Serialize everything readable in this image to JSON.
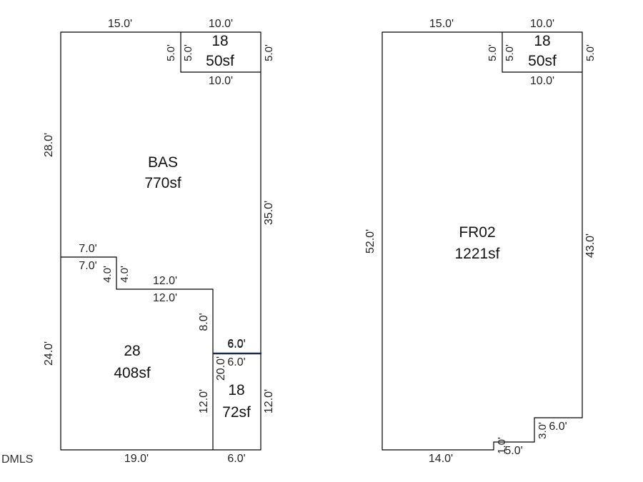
{
  "watermark": "DMLS",
  "left_sketch": {
    "bas": {
      "code": "BAS",
      "area": "770sf"
    },
    "area28": {
      "code": "28",
      "area": "408sf"
    },
    "area18_top": {
      "code": "18",
      "area": "50sf"
    },
    "area18_low": {
      "code": "18",
      "area": "72sf"
    },
    "dims": {
      "top_left": "15.0'",
      "top_right": "10.0'",
      "box_left_outer": "5.0'",
      "box_left_inner": "5.0'",
      "box_right": "5.0'",
      "box_bottom": "10.0'",
      "left_upper": "28.0'",
      "right_mid": "35.0'",
      "step_top": "7.0'",
      "step_bottom": "7.0'",
      "step_v_left": "4.0'",
      "step_v_right": "4.0'",
      "shelf_top": "12.0'",
      "shelf_bottom": "12.0'",
      "inner_v_upper": "8.0'",
      "small_top_a": "6.0'",
      "small_top_b": "6.0'",
      "small_below": "6.0'",
      "inner_v_mid": "20.0'",
      "left_lower": "24.0'",
      "inner_v_lower": "12.0'",
      "right_lower": "12.0'",
      "bottom_left": "19.0'",
      "bottom_right": "6.0'"
    }
  },
  "right_sketch": {
    "fr02": {
      "code": "FR02",
      "area": "1221sf"
    },
    "area18": {
      "code": "18",
      "area": "50sf"
    },
    "dims": {
      "top_left": "15.0'",
      "top_right": "10.0'",
      "box_left_outer": "5.0'",
      "box_left_inner": "5.0'",
      "box_right": "5.0'",
      "box_bottom": "10.0'",
      "left": "52.0'",
      "right": "43.0'",
      "notch_h": "6.0'",
      "notch_v": "3.0'",
      "bottom_left": "14.0'",
      "bottom_small": "5.0'",
      "tiny_v": "1.0'"
    }
  }
}
